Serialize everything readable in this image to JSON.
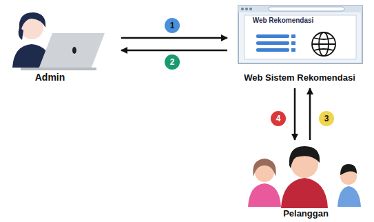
{
  "diagram": {
    "nodes": [
      {
        "text": [
          "Admin"
        ]
      },
      {
        "text": [
          "Web Rekomendasi",
          "Web Sistem Rekomendasi"
        ]
      },
      {
        "text": [
          "Pelanggan"
        ]
      }
    ],
    "edges": [
      {
        "from": 0,
        "to": 1,
        "arrow": "to",
        "label": "1"
      },
      {
        "from": 1,
        "to": 0,
        "arrow": "to",
        "label": "2"
      },
      {
        "from": 2,
        "to": 1,
        "arrow": "to",
        "label": "3"
      },
      {
        "from": 1,
        "to": 2,
        "arrow": "to",
        "label": "4"
      }
    ]
  }
}
